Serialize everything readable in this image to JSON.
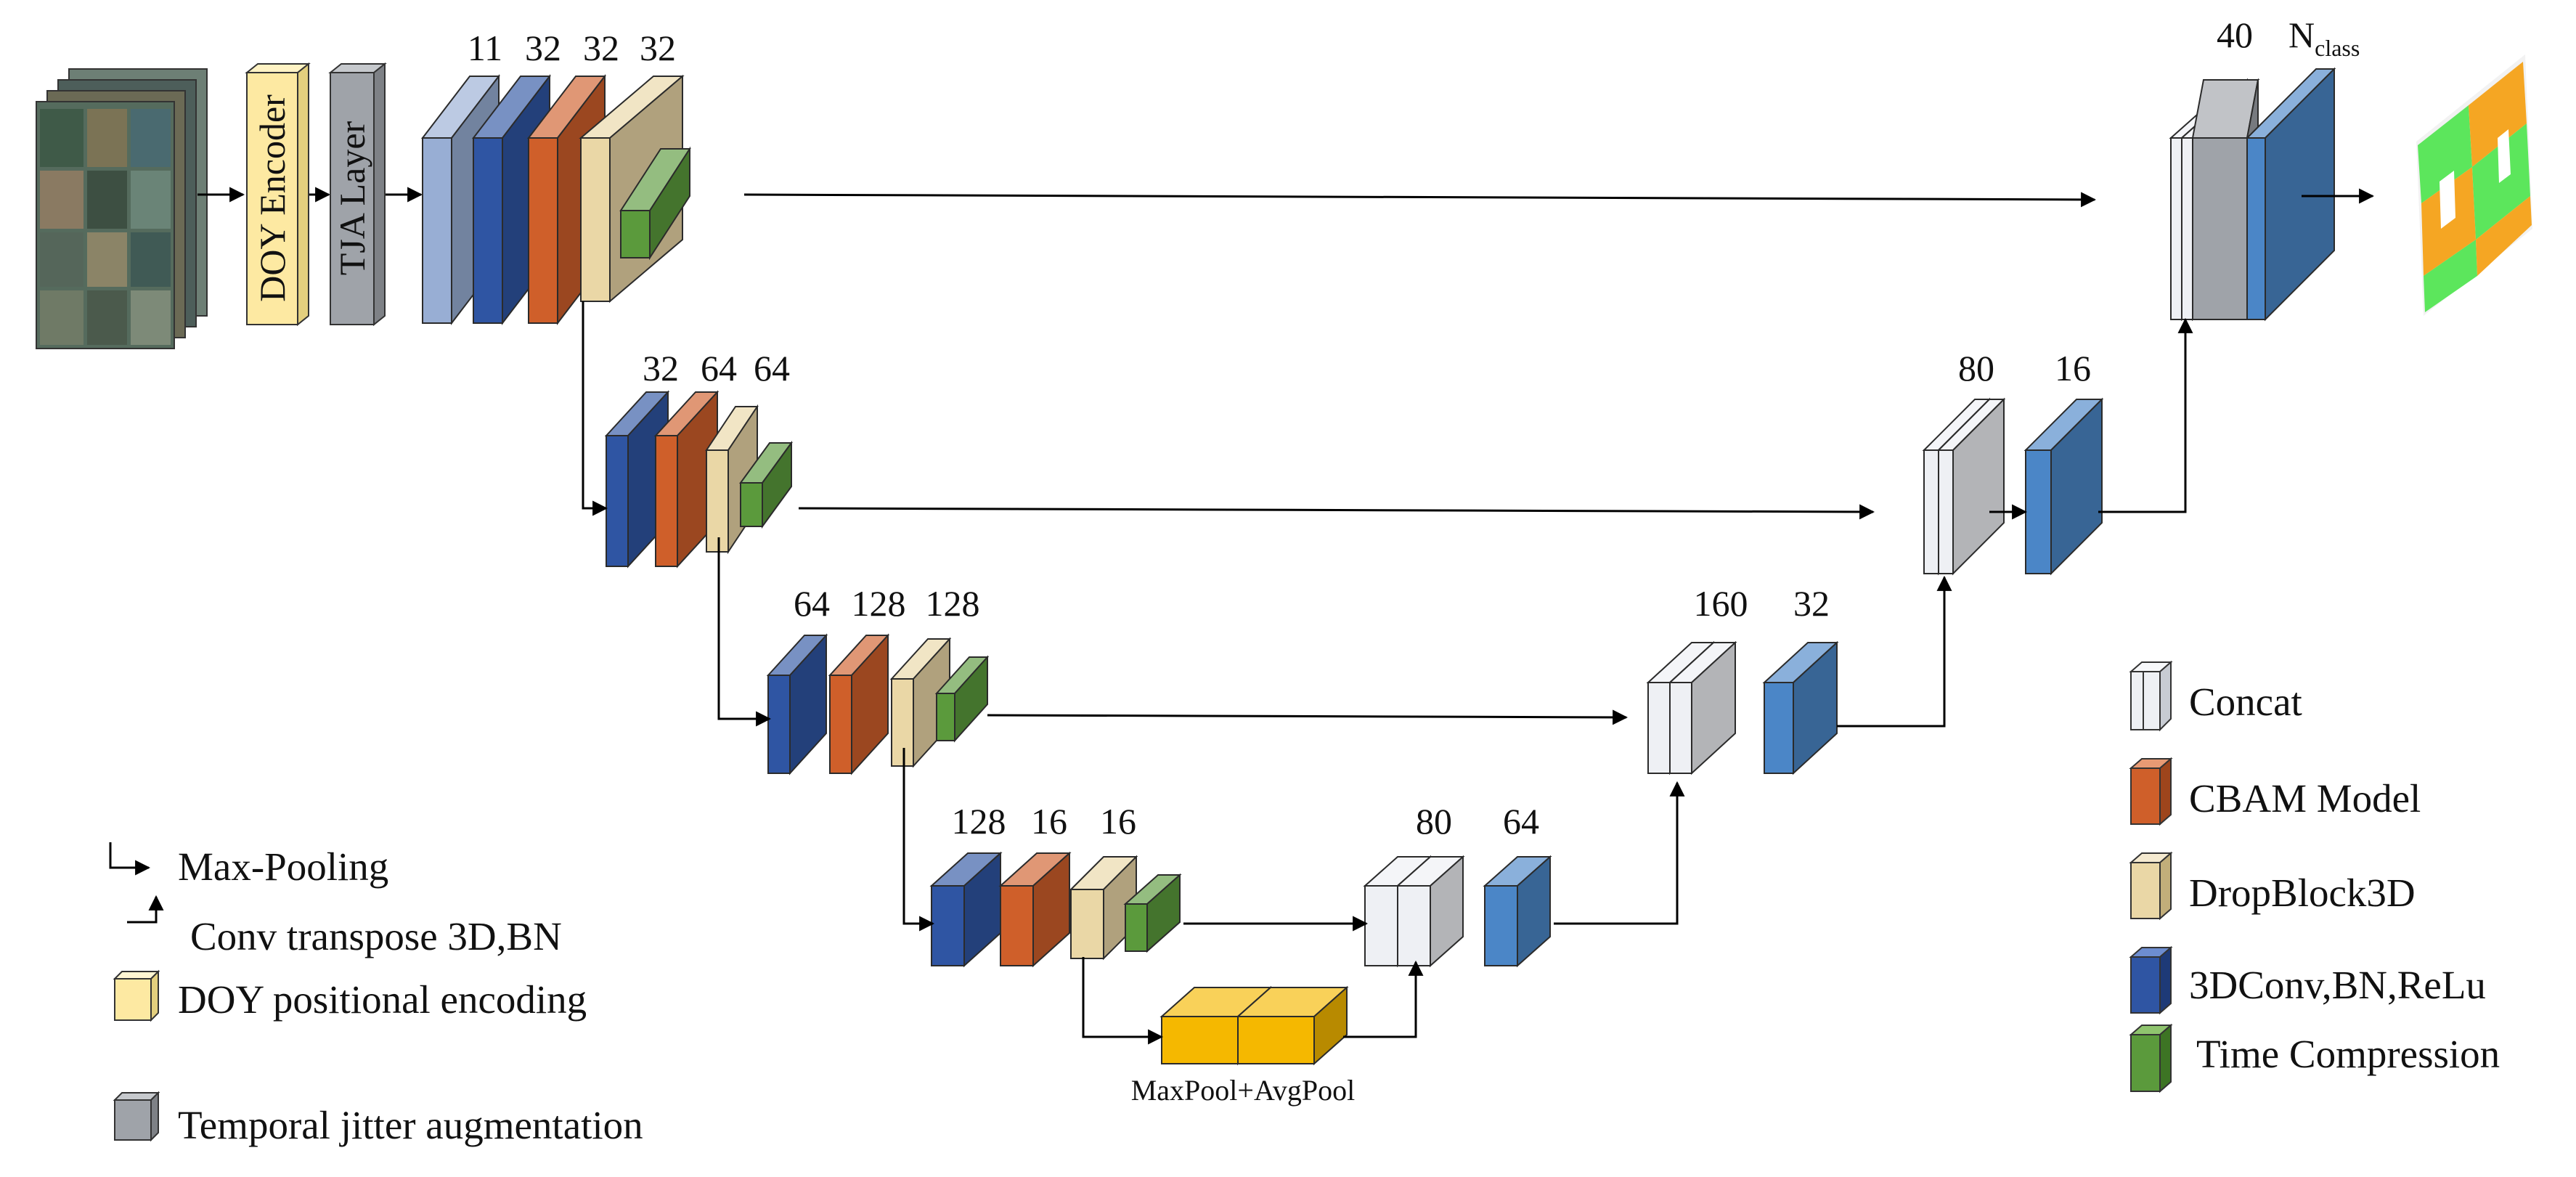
{
  "colors": {
    "blue": "#2f55a3",
    "orange": "#cf5f2a",
    "beige": "#ead7a6",
    "green": "#5b9a3c",
    "lightblue": "#4b86c7",
    "gray": "#9fa3a9",
    "periwinkle": "#98aed4",
    "concat": "#eef0f4",
    "pool": "#f5b800",
    "doy": "#fde9a2"
  },
  "input": {
    "doy_encoder": "DOY Encoder",
    "tja_layer": "TJA Layer"
  },
  "encoder": {
    "level1": [
      "11",
      "32",
      "32",
      "32"
    ],
    "level2": [
      "32",
      "64",
      "64"
    ],
    "level3": [
      "64",
      "128",
      "128"
    ],
    "level4": [
      "128",
      "16",
      "16"
    ]
  },
  "decoder": {
    "d4": [
      "80",
      "64"
    ],
    "d3": [
      "160",
      "32"
    ],
    "d2": [
      "80",
      "16"
    ],
    "d1_concat": "40",
    "d1_out": "N",
    "d1_out_sub": "class"
  },
  "pool_label": "MaxPool+AvgPool",
  "legend_left": [
    {
      "icon": "maxpool-arrow-icon",
      "label": "Max-Pooling"
    },
    {
      "icon": "conv-transpose-arrow-icon",
      "label": "Conv transpose 3D,BN"
    },
    {
      "icon": "doy-cube-icon",
      "label": "DOY positional encoding"
    },
    {
      "icon": "jitter-cube-icon",
      "label": "Temporal jitter augmentation"
    }
  ],
  "legend_right": [
    {
      "icon": "concat-icon",
      "label": "Concat"
    },
    {
      "icon": "cbam-icon",
      "label": "CBAM Model"
    },
    {
      "icon": "dropblock-icon",
      "label": "DropBlock3D"
    },
    {
      "icon": "conv3d-icon",
      "label": "3DConv,BN,ReLu"
    },
    {
      "icon": "time-compression-icon",
      "label": "Time Compression"
    }
  ]
}
